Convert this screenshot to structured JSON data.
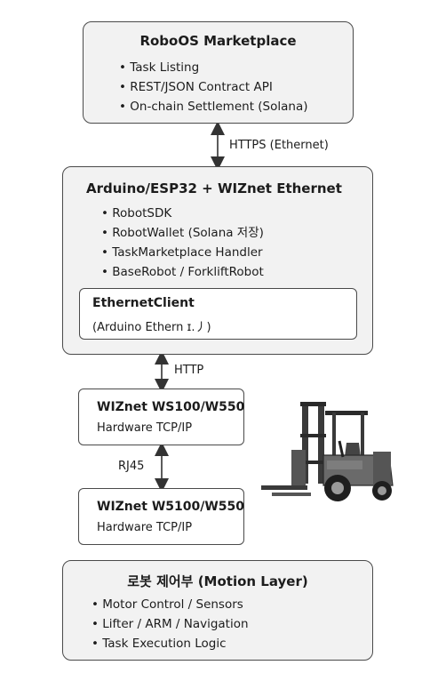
{
  "marketplace": {
    "title": "RoboOS Marketplace",
    "items": [
      "Task Listing",
      "REST/JSON Contract API",
      "On-chain Settlement (Solana)"
    ]
  },
  "link_https": "HTTPS (Ethernet)",
  "arduino": {
    "title": "Arduino/ESP32 + WIZnet Ethernet",
    "items": [
      "RobotSDK",
      "RobotWallet (Solana 저장)",
      "TaskMarketplace Handler",
      "BaseRobot / ForkliftRobot"
    ],
    "client_title": "EthernetClient",
    "client_sub": "(Arduino Ethern ɪ.丿)"
  },
  "link_http": "HTTP",
  "ws100": {
    "title": "WIZnet WS100/W550",
    "sub": "Hardware TCP/IP"
  },
  "link_rj45": "RJ45",
  "w5100": {
    "title": "WIZnet W5100/W550",
    "sub": "Hardware TCP/IP"
  },
  "motion": {
    "title": "로봇 제어부 (Motion Layer)",
    "items": [
      "Motor Control / Sensors",
      "Lifter / ARM / Navigation",
      "Task Execution Logic"
    ]
  },
  "forklift_icon": "forklift-icon"
}
